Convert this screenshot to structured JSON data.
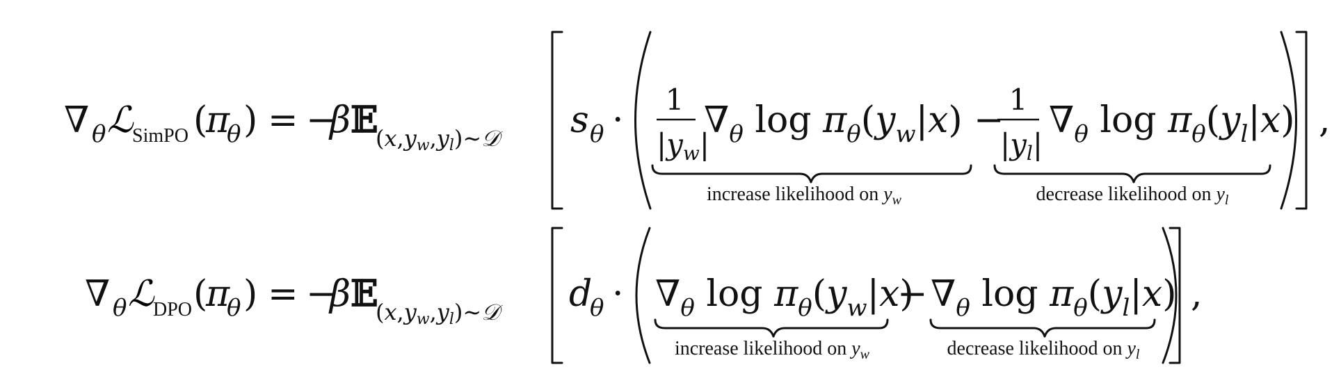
{
  "equations": [
    {
      "loss_name": "SimPO",
      "coef_symbol": "s",
      "terms": [
        {
          "fraction": "1",
          "fraction_den": "|y_w|",
          "label": "increase likelihood on",
          "label_var": "y",
          "label_sub": "w",
          "policy_sub": "w"
        },
        {
          "fraction": "1",
          "fraction_den": "|y_l|",
          "label": "decrease likelihood on",
          "label_var": "y",
          "label_sub": "l",
          "policy_sub": "l"
        }
      ],
      "trailing": ","
    },
    {
      "loss_name": "DPO",
      "coef_symbol": "d",
      "terms": [
        {
          "label": "increase likelihood on",
          "label_var": "y",
          "label_sub": "w",
          "policy_sub": "w"
        },
        {
          "label": "decrease likelihood on",
          "label_var": "y",
          "label_sub": "l",
          "policy_sub": "l"
        }
      ],
      "trailing": ","
    }
  ]
}
